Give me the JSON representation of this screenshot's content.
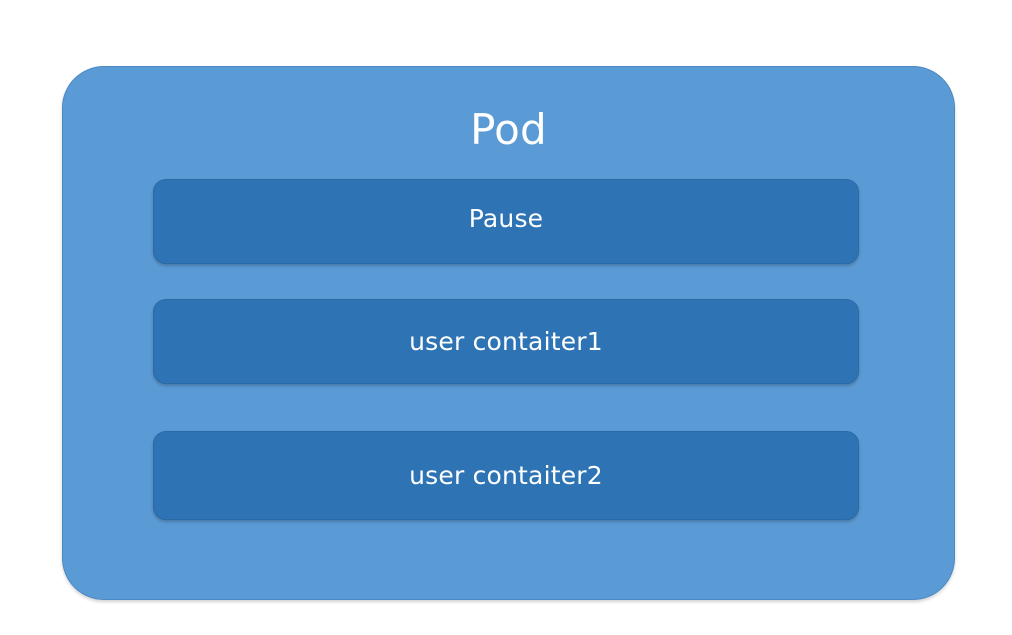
{
  "diagram": {
    "title": "Pod",
    "type": "kubernetes-pod-structure",
    "colors": {
      "pod_fill": "#5B9BD5",
      "pod_border": "#4A89C4",
      "container_fill": "#2E74B5",
      "container_border": "#2A6AA6",
      "text": "#FFFFFF",
      "background": "#FFFFFF"
    },
    "containers": [
      {
        "label": "Pause"
      },
      {
        "label": "user contaiter1"
      },
      {
        "label": "user contaiter2"
      }
    ]
  }
}
